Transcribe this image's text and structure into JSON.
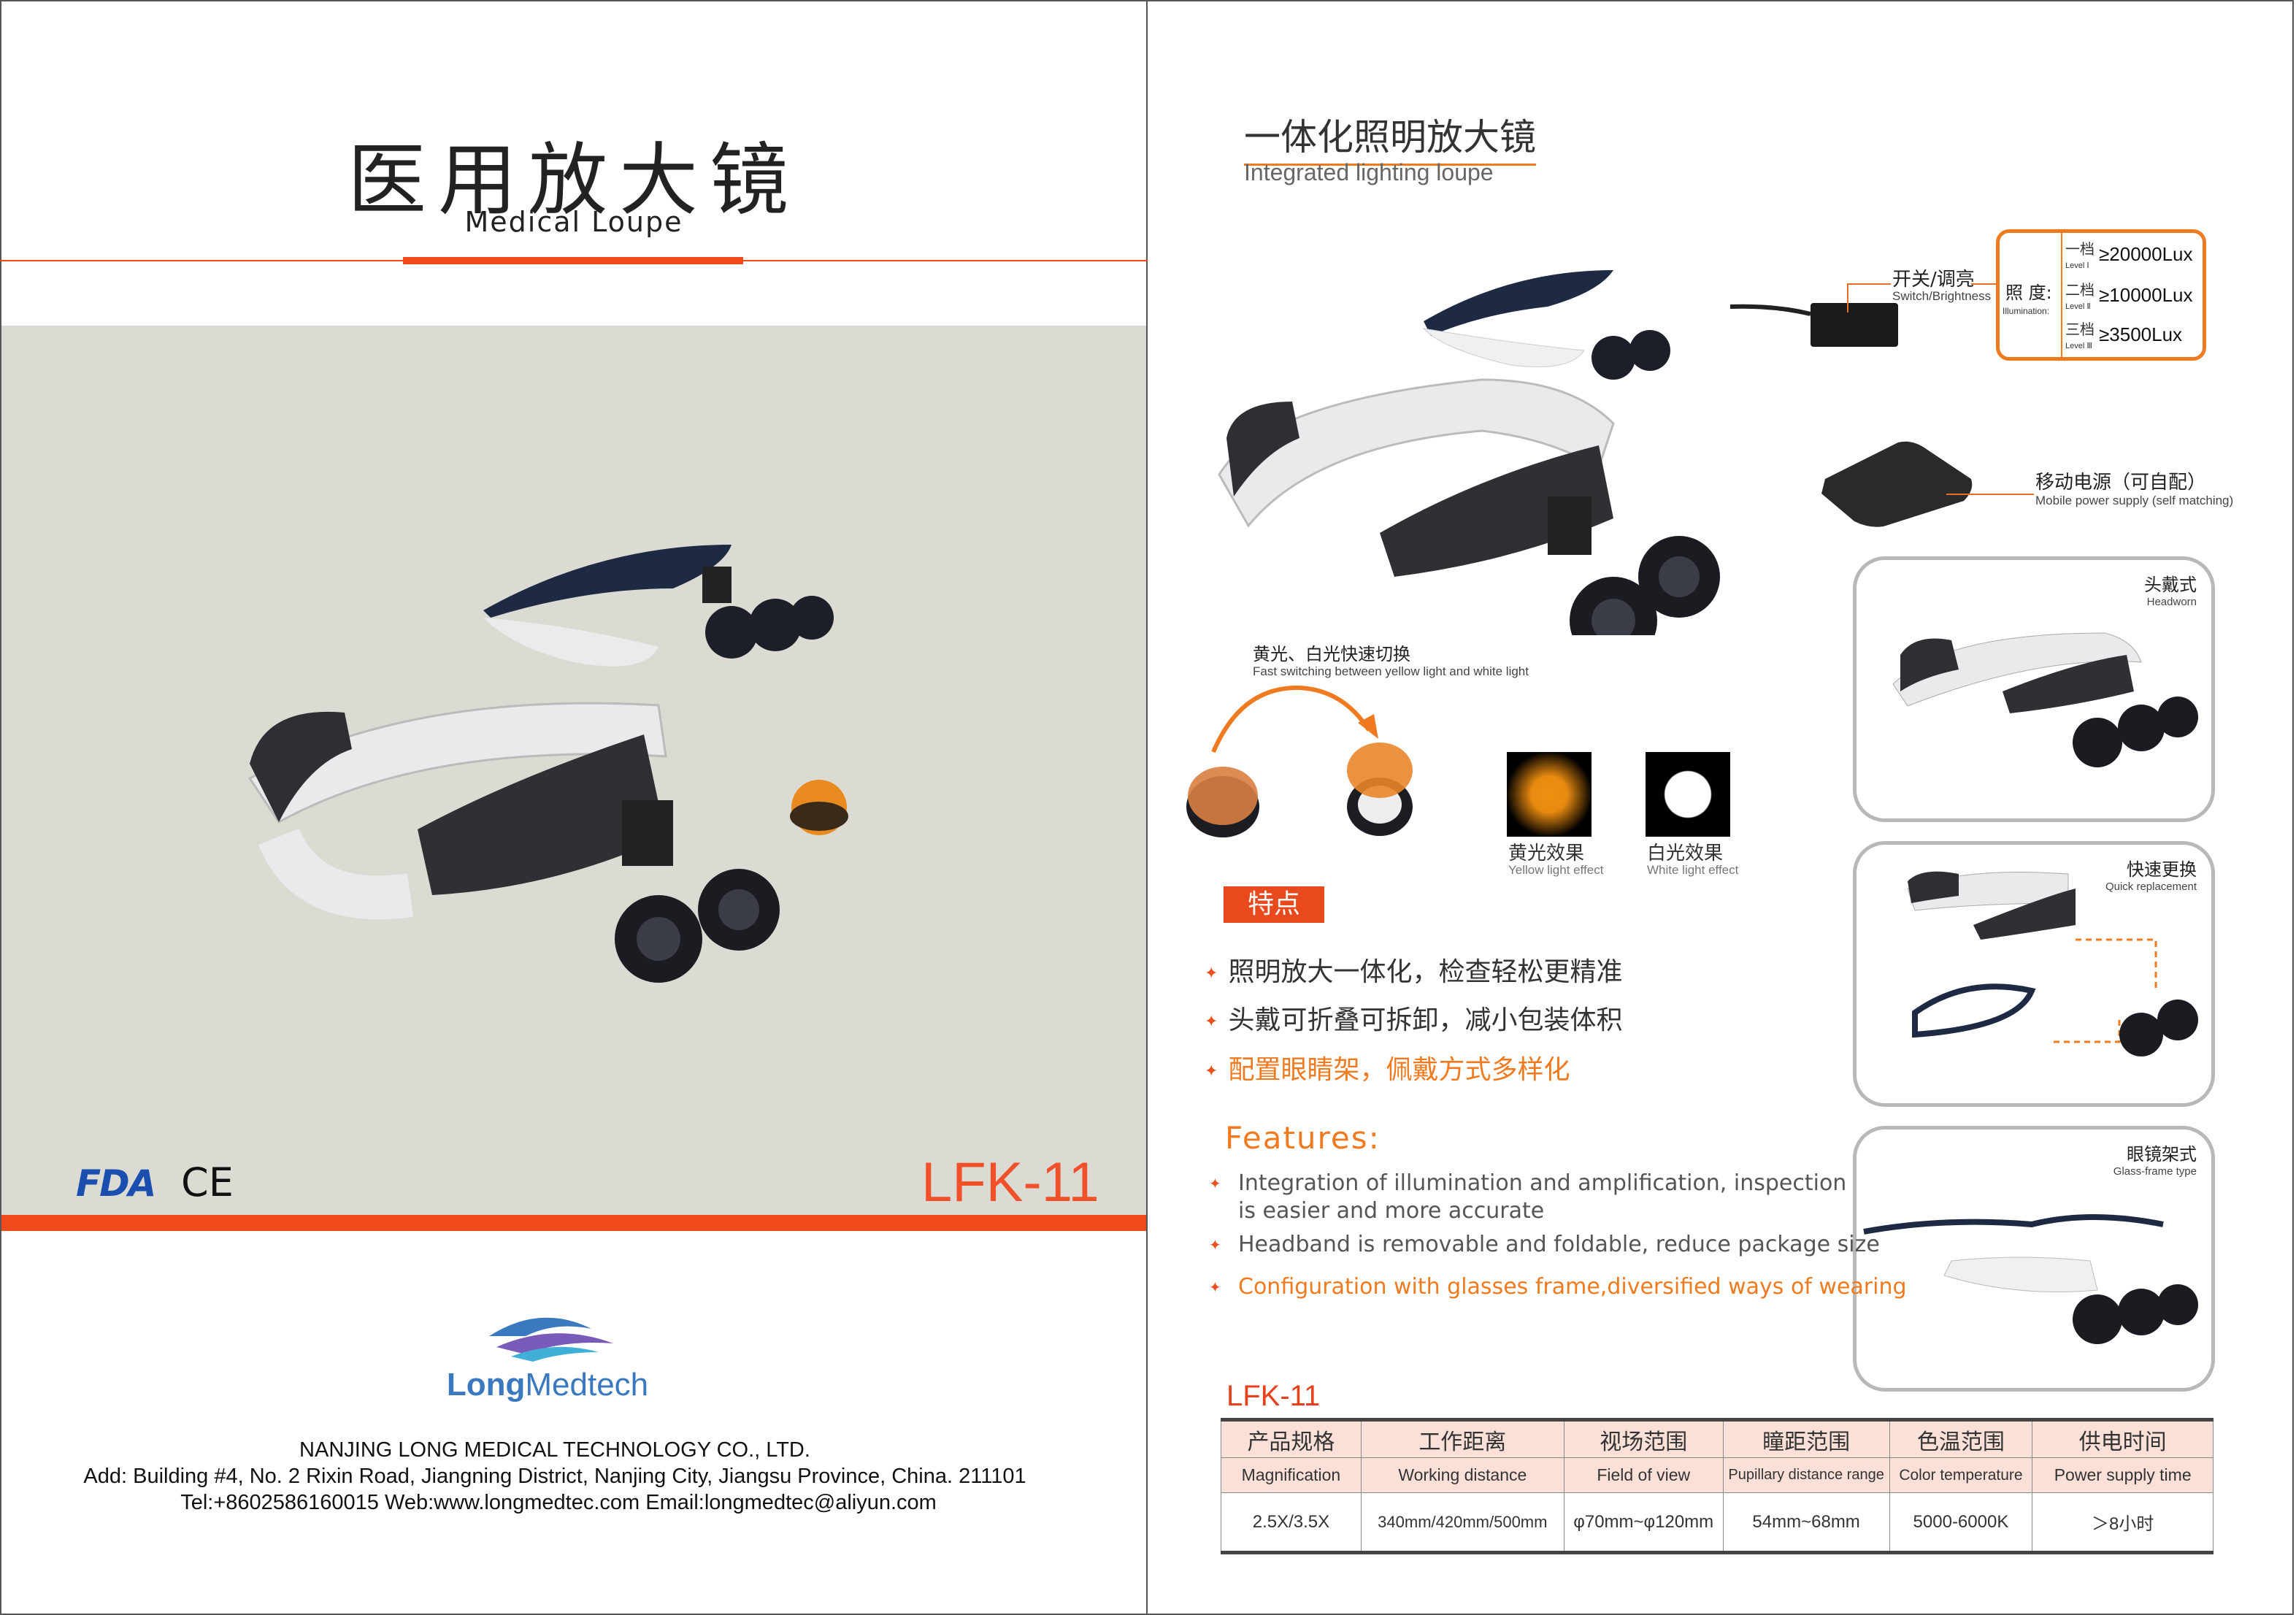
{
  "left_page": {
    "title_cn": "医用放大镜",
    "title_en": "Medical Loupe",
    "certifications": [
      "FDA",
      "CE"
    ],
    "model": "LFK-11",
    "brand": {
      "name_bold": "Long",
      "name_rest": "Medtech"
    },
    "company": {
      "name": "NANJING LONG MEDICAL TECHNOLOGY CO., LTD.",
      "address": "Add: Building #4, No. 2 Rixin Road, Jiangning District, Nanjing City, Jiangsu Province, China. 211101",
      "contact": "Tel:+8602586160015 Web:www.longmedtec.com Email:longmedtec@aliyun.com"
    }
  },
  "right_page": {
    "title_cn": "一体化照明放大镜",
    "title_en": "Integrated lighting loupe",
    "switch": {
      "cn": "开关/调亮",
      "en": "Switch/Brightness"
    },
    "illumination": {
      "label_cn": "照 度:",
      "label_en": "Illumination:",
      "levels": [
        {
          "cn": "一档",
          "en": "Level Ⅰ",
          "value": "≥20000Lux"
        },
        {
          "cn": "二档",
          "en": "Level Ⅱ",
          "value": "≥10000Lux"
        },
        {
          "cn": "三档",
          "en": "Level Ⅲ",
          "value": "≥3500Lux"
        }
      ]
    },
    "power": {
      "cn": "移动电源（可自配）",
      "en": "Mobile power supply (self matching)"
    },
    "switching": {
      "cn": "黄光、白光快速切换",
      "en": "Fast switching between yellow light and white light"
    },
    "yellow_effect": {
      "cn": "黄光效果",
      "en": "Yellow light effect"
    },
    "white_effect": {
      "cn": "白光效果",
      "en": "White light effect"
    },
    "panels": [
      {
        "cn": "头戴式",
        "en": "Headworn"
      },
      {
        "cn": "快速更换",
        "en": "Quick replacement"
      },
      {
        "cn": "眼镜架式",
        "en": "Glass-frame type"
      }
    ],
    "features_badge": "特点",
    "features_cn": [
      "照明放大一体化，检查轻松更精准",
      "头戴可折叠可拆卸，减小包装体积",
      "配置眼睛架，佩戴方式多样化"
    ],
    "features_title": "Features:",
    "features_en": [
      "Integration of illumination and amplification, inspection is easier and more accurate",
      "Headband is removable and foldable, reduce package size",
      "Configuration with glasses frame,diversified ways of wearing"
    ],
    "table_title": "LFK-11",
    "table": {
      "headers_cn": [
        "产品规格",
        "工作距离",
        "视场范围",
        "瞳距范围",
        "色温范围",
        "供电时间"
      ],
      "headers_en": [
        "Magnification",
        "Working distance",
        "Field of view",
        "Pupillary distance range",
        "Color temperature",
        "Power supply time"
      ],
      "row": [
        "2.5X/3.5X",
        "340mm/420mm/500mm",
        "φ70mm~φ120mm",
        "54mm~68mm",
        "5000-6000K",
        "＞8小时"
      ]
    }
  },
  "colors": {
    "accent": "#f04a1a",
    "orange": "#f07a20",
    "brand_blue": "#3a78c0",
    "gray_panel": "#dcdbd3",
    "table_header": "#fbe0d8"
  }
}
